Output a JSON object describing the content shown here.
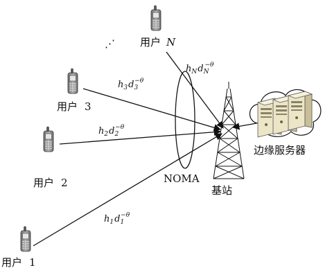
{
  "users": [
    {
      "id": "user-n",
      "label": "用户",
      "index": "N",
      "index_italic": true
    },
    {
      "id": "user-3",
      "label": "用户",
      "index": "3",
      "index_italic": false
    },
    {
      "id": "user-2",
      "label": "用户",
      "index": "2",
      "index_italic": false
    },
    {
      "id": "user-1",
      "label": "用户",
      "index": "1",
      "index_italic": false
    }
  ],
  "ellipsis": "⋰",
  "links": {
    "n": {
      "h": "h",
      "h_sub": "N",
      "d": "d",
      "d_sub": "N",
      "exp": "−θ"
    },
    "3": {
      "h": "h",
      "h_sub": "3",
      "d": "d",
      "d_sub": "3",
      "exp": "−θ"
    },
    "2": {
      "h": "h",
      "h_sub": "2",
      "d": "d",
      "d_sub": "2",
      "exp": "−θ"
    },
    "1": {
      "h": "h",
      "h_sub": "1",
      "d": "d",
      "d_sub": "1",
      "exp": "−θ"
    }
  },
  "noma_label": "NOMA",
  "base_station_label": "基站",
  "edge_server_label": "边缘服务器",
  "colors": {
    "line": "#111111",
    "phone_body": "#8a8a8a",
    "phone_screen": "#e8e8e8",
    "server_front": "#efe9cf",
    "server_side": "#cfc6a2",
    "cloud": "#ffffff"
  }
}
